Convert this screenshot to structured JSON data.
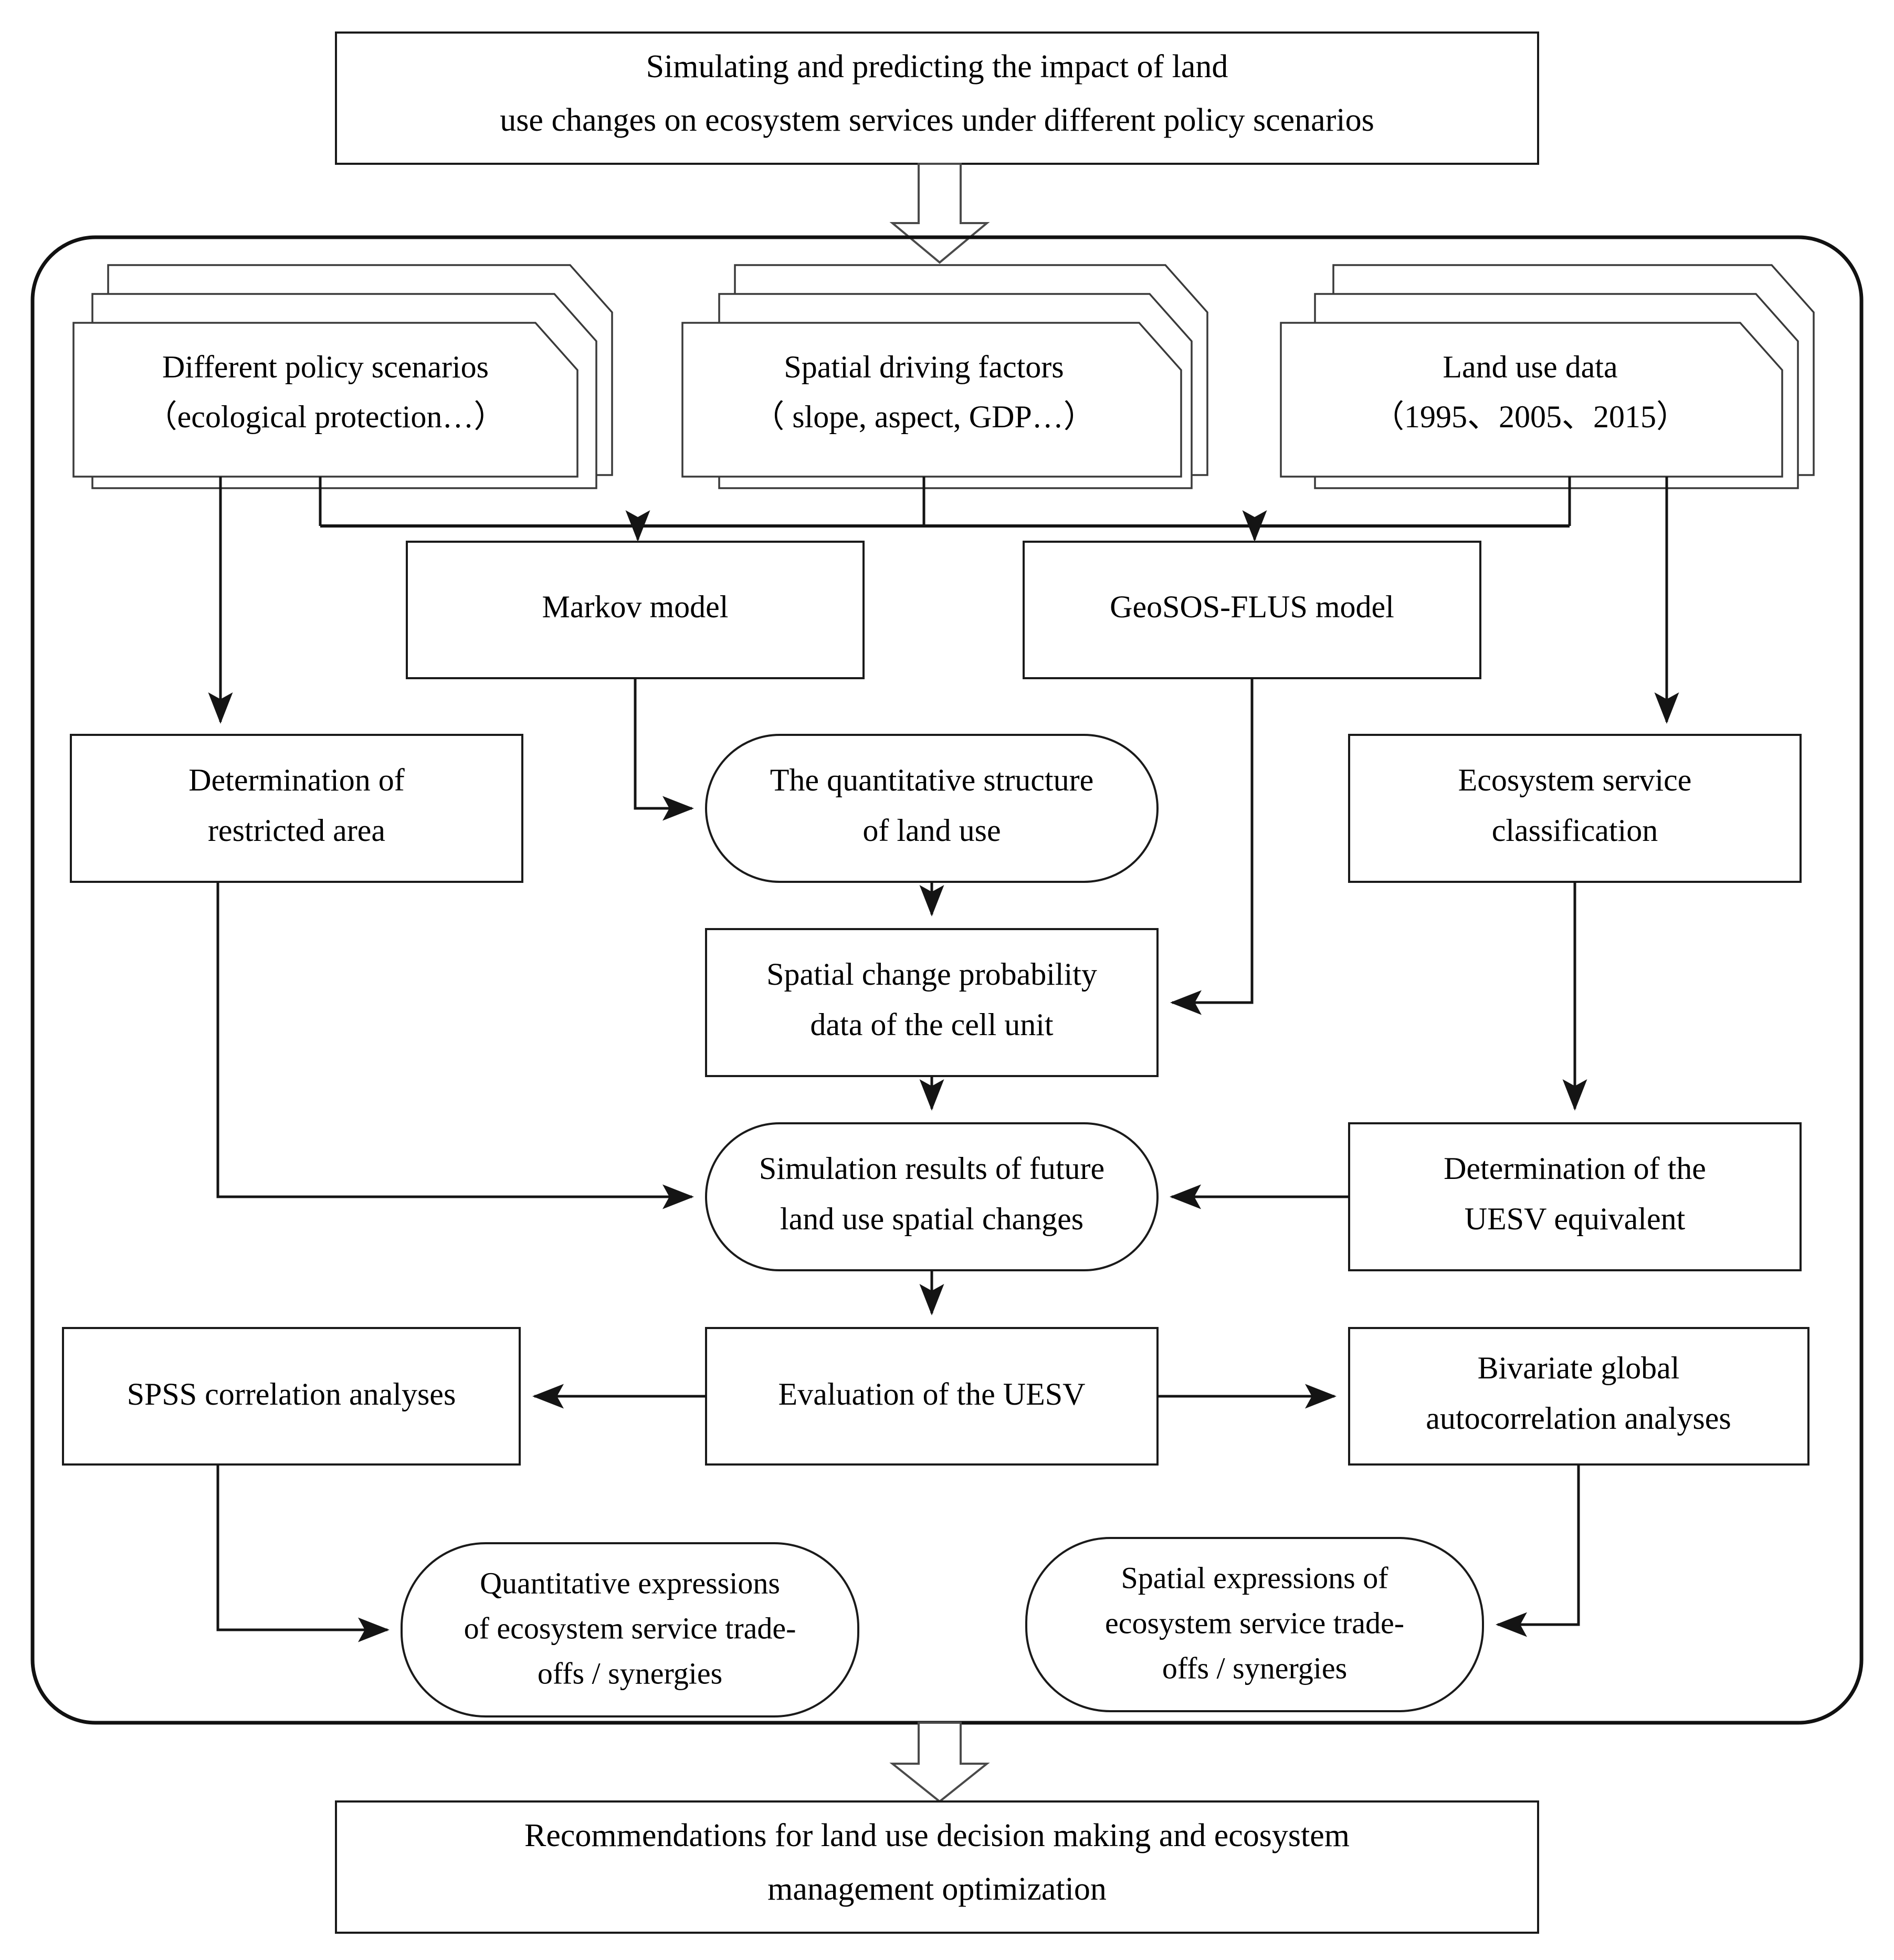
{
  "figure": {
    "type": "flowchart",
    "orientation": "top-to-bottom"
  },
  "title_box": {
    "line1": "Simulating and predicting the impact of land",
    "line2": "use changes on ecosystem services under different policy scenarios"
  },
  "inputs": [
    {
      "name": "different-policy-scenarios",
      "shape": "stacked-document",
      "line1": "Different policy scenarios",
      "line2": "（ecological protection…）"
    },
    {
      "name": "spatial-driving-factors",
      "shape": "stacked-document",
      "line1": "Spatial driving factors",
      "line2": "（ slope, aspect, GDP…）"
    },
    {
      "name": "land-use-data",
      "shape": "stacked-document",
      "line1": "Land use data",
      "line2": "（1995、2005、2015）"
    }
  ],
  "models": [
    {
      "name": "markov-model",
      "shape": "rect",
      "line1": "Markov model",
      "line2": ""
    },
    {
      "name": "geosos-flus-model",
      "shape": "rect",
      "line1": "GeoSOS-FLUS model",
      "line2": ""
    }
  ],
  "process": [
    {
      "name": "determination-of-restricted-area",
      "shape": "rect",
      "line1": "Determination of",
      "line2": "restricted area"
    },
    {
      "name": "quantitative-structure-of-land-use",
      "shape": "stadium",
      "line1": "The quantitative structure",
      "line2": "of land use"
    },
    {
      "name": "ecosystem-service-classification",
      "shape": "rect",
      "line1": "Ecosystem service",
      "line2": "classification"
    },
    {
      "name": "spatial-change-probability-data",
      "shape": "rect",
      "line1": "Spatial change probability",
      "line2": "data of the cell unit"
    },
    {
      "name": "simulation-results-future-land-use",
      "shape": "stadium",
      "line1": "Simulation results of future",
      "line2": "land use spatial changes"
    },
    {
      "name": "determination-of-uesv-equivalent",
      "shape": "rect",
      "line1": "Determination of the",
      "line2": "UESV equivalent"
    }
  ],
  "analysis": [
    {
      "name": "spss-correlation-analyses",
      "shape": "rect",
      "line1": "SPSS correlation analyses",
      "line2": ""
    },
    {
      "name": "evaluation-of-the-uesv",
      "shape": "rect",
      "line1": "Evaluation of the UESV",
      "line2": ""
    },
    {
      "name": "bivariate-global-autocorrelation-analyses",
      "shape": "rect",
      "line1": "Bivariate global",
      "line2": "autocorrelation analyses"
    }
  ],
  "outputs": [
    {
      "name": "quantitative-expressions-tradeoffs",
      "shape": "stadium",
      "line1": "Quantitative expressions",
      "line2": "of ecosystem service trade-",
      "line3": "offs / synergies"
    },
    {
      "name": "spatial-expressions-tradeoffs",
      "shape": "stadium",
      "line1": "Spatial expressions of",
      "line2": "ecosystem service trade-",
      "line3": "offs / synergies"
    }
  ],
  "conclusion_box": {
    "line1": "Recommendations for land use decision making and ecosystem",
    "line2": "management optimization"
  },
  "colors": {
    "stroke": "#141414",
    "fill": "#ffffff",
    "container_stroke": "#111111",
    "hollow_arrow_stroke": "#4a4a4a"
  },
  "connectors": [
    {
      "from": "title_box",
      "to": "container",
      "style": "hollow-block-arrow"
    },
    {
      "from": "different-policy-scenarios",
      "to": "determination-of-restricted-area",
      "style": "arrow"
    },
    {
      "from": "input-bus",
      "to": "markov-model",
      "style": "arrow"
    },
    {
      "from": "input-bus",
      "to": "geosos-flus-model",
      "style": "arrow"
    },
    {
      "from": "land-use-data",
      "to": "ecosystem-service-classification",
      "style": "arrow"
    },
    {
      "from": "markov-model",
      "to": "quantitative-structure-of-land-use",
      "style": "arrow"
    },
    {
      "from": "quantitative-structure-of-land-use",
      "to": "spatial-change-probability-data",
      "style": "arrow"
    },
    {
      "from": "geosos-flus-model",
      "to": "spatial-change-probability-data",
      "style": "arrow"
    },
    {
      "from": "spatial-change-probability-data",
      "to": "simulation-results-future-land-use",
      "style": "arrow"
    },
    {
      "from": "determination-of-restricted-area",
      "to": "simulation-results-future-land-use",
      "style": "arrow"
    },
    {
      "from": "ecosystem-service-classification",
      "to": "determination-of-uesv-equivalent",
      "style": "arrow"
    },
    {
      "from": "determination-of-uesv-equivalent",
      "to": "simulation-results-future-land-use",
      "style": "arrow"
    },
    {
      "from": "simulation-results-future-land-use",
      "to": "evaluation-of-the-uesv",
      "style": "arrow"
    },
    {
      "from": "evaluation-of-the-uesv",
      "to": "spss-correlation-analyses",
      "style": "arrow"
    },
    {
      "from": "evaluation-of-the-uesv",
      "to": "bivariate-global-autocorrelation-analyses",
      "style": "arrow"
    },
    {
      "from": "spss-correlation-analyses",
      "to": "quantitative-expressions-tradeoffs",
      "style": "arrow"
    },
    {
      "from": "bivariate-global-autocorrelation-analyses",
      "to": "spatial-expressions-tradeoffs",
      "style": "arrow"
    },
    {
      "from": "container",
      "to": "conclusion_box",
      "style": "hollow-block-arrow"
    }
  ]
}
